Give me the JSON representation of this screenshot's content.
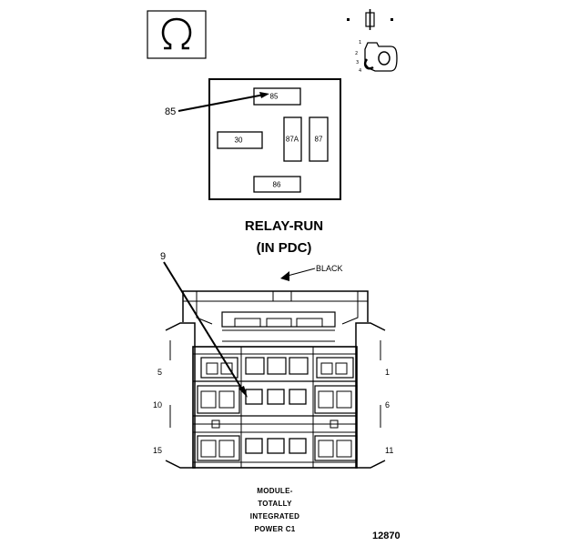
{
  "relay": {
    "title": "RELAY-RUN",
    "subtitle": "(IN PDC)",
    "callout": "85",
    "pins": {
      "p85": "85",
      "p30": "30",
      "p87a": "87A",
      "p87": "87",
      "p86": "86"
    }
  },
  "connector": {
    "callout": "9",
    "color_label": "BLACK",
    "pin_numbers": {
      "top_left": "5",
      "top_right": "1",
      "mid_left": "10",
      "mid_right": "6",
      "bot_left": "15",
      "bot_right": "11"
    },
    "caption": [
      "MODULE-",
      "TOTALLY",
      "INTEGRATED",
      "POWER C1"
    ]
  },
  "figure_number": "12870",
  "icons": {
    "omega": "omega-symbol-icon",
    "key": "ignition-key-icon",
    "ignition": "ignition-switch-icon"
  }
}
